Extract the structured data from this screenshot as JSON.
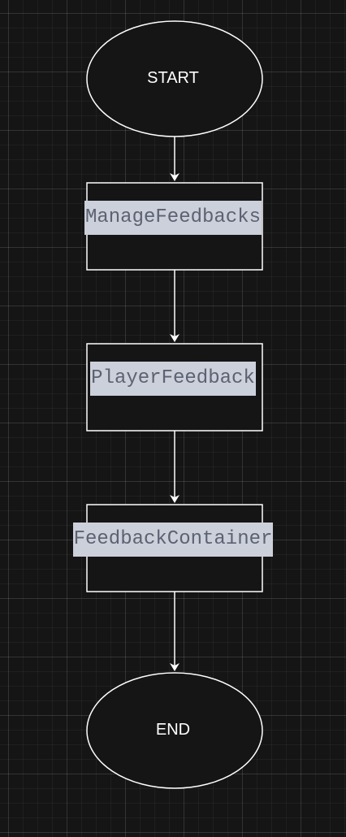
{
  "diagram": {
    "start_label": "START",
    "end_label": "END",
    "steps": [
      {
        "label": "ManageFeedbacks"
      },
      {
        "label": "PlayerFeedback"
      },
      {
        "label": "FeedbackContainer"
      }
    ],
    "colors": {
      "background": "#151515",
      "stroke": "#ffffff",
      "label_bg": "#ccd0da",
      "label_text": "#5c6273"
    }
  }
}
